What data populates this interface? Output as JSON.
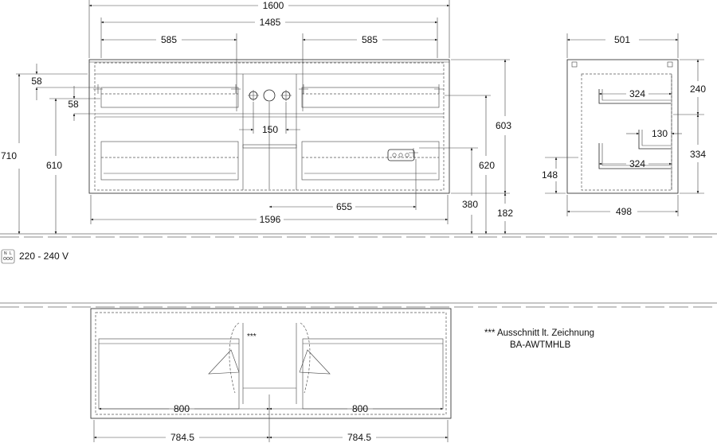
{
  "front": {
    "width_total": "1600",
    "width_inner": "1485",
    "drawer_left": "585",
    "drawer_right": "585",
    "h_top_left": "58",
    "h_second_left": "58",
    "h_710": "710",
    "h_610": "610",
    "h_603": "603",
    "h_620": "620",
    "h_380": "380",
    "h_182": "182",
    "siphon": "150",
    "outlet": "655",
    "width_bottom": "1596"
  },
  "side": {
    "depth_top": "501",
    "depth_bottom": "498",
    "inner_324_a": "324",
    "inner_130": "130",
    "inner_324_b": "324",
    "h_240": "240",
    "h_334": "334",
    "h_148": "148"
  },
  "power": {
    "voltage": "220 - 240 V",
    "symbol": "N L ground"
  },
  "plan": {
    "stars": "***",
    "left_800": "800",
    "right_800": "800",
    "left_784": "784.5",
    "right_784": "784.5",
    "note_line1": "*** Ausschnitt lt. Zeichnung",
    "note_line2": "BA-AWTMHLB"
  }
}
